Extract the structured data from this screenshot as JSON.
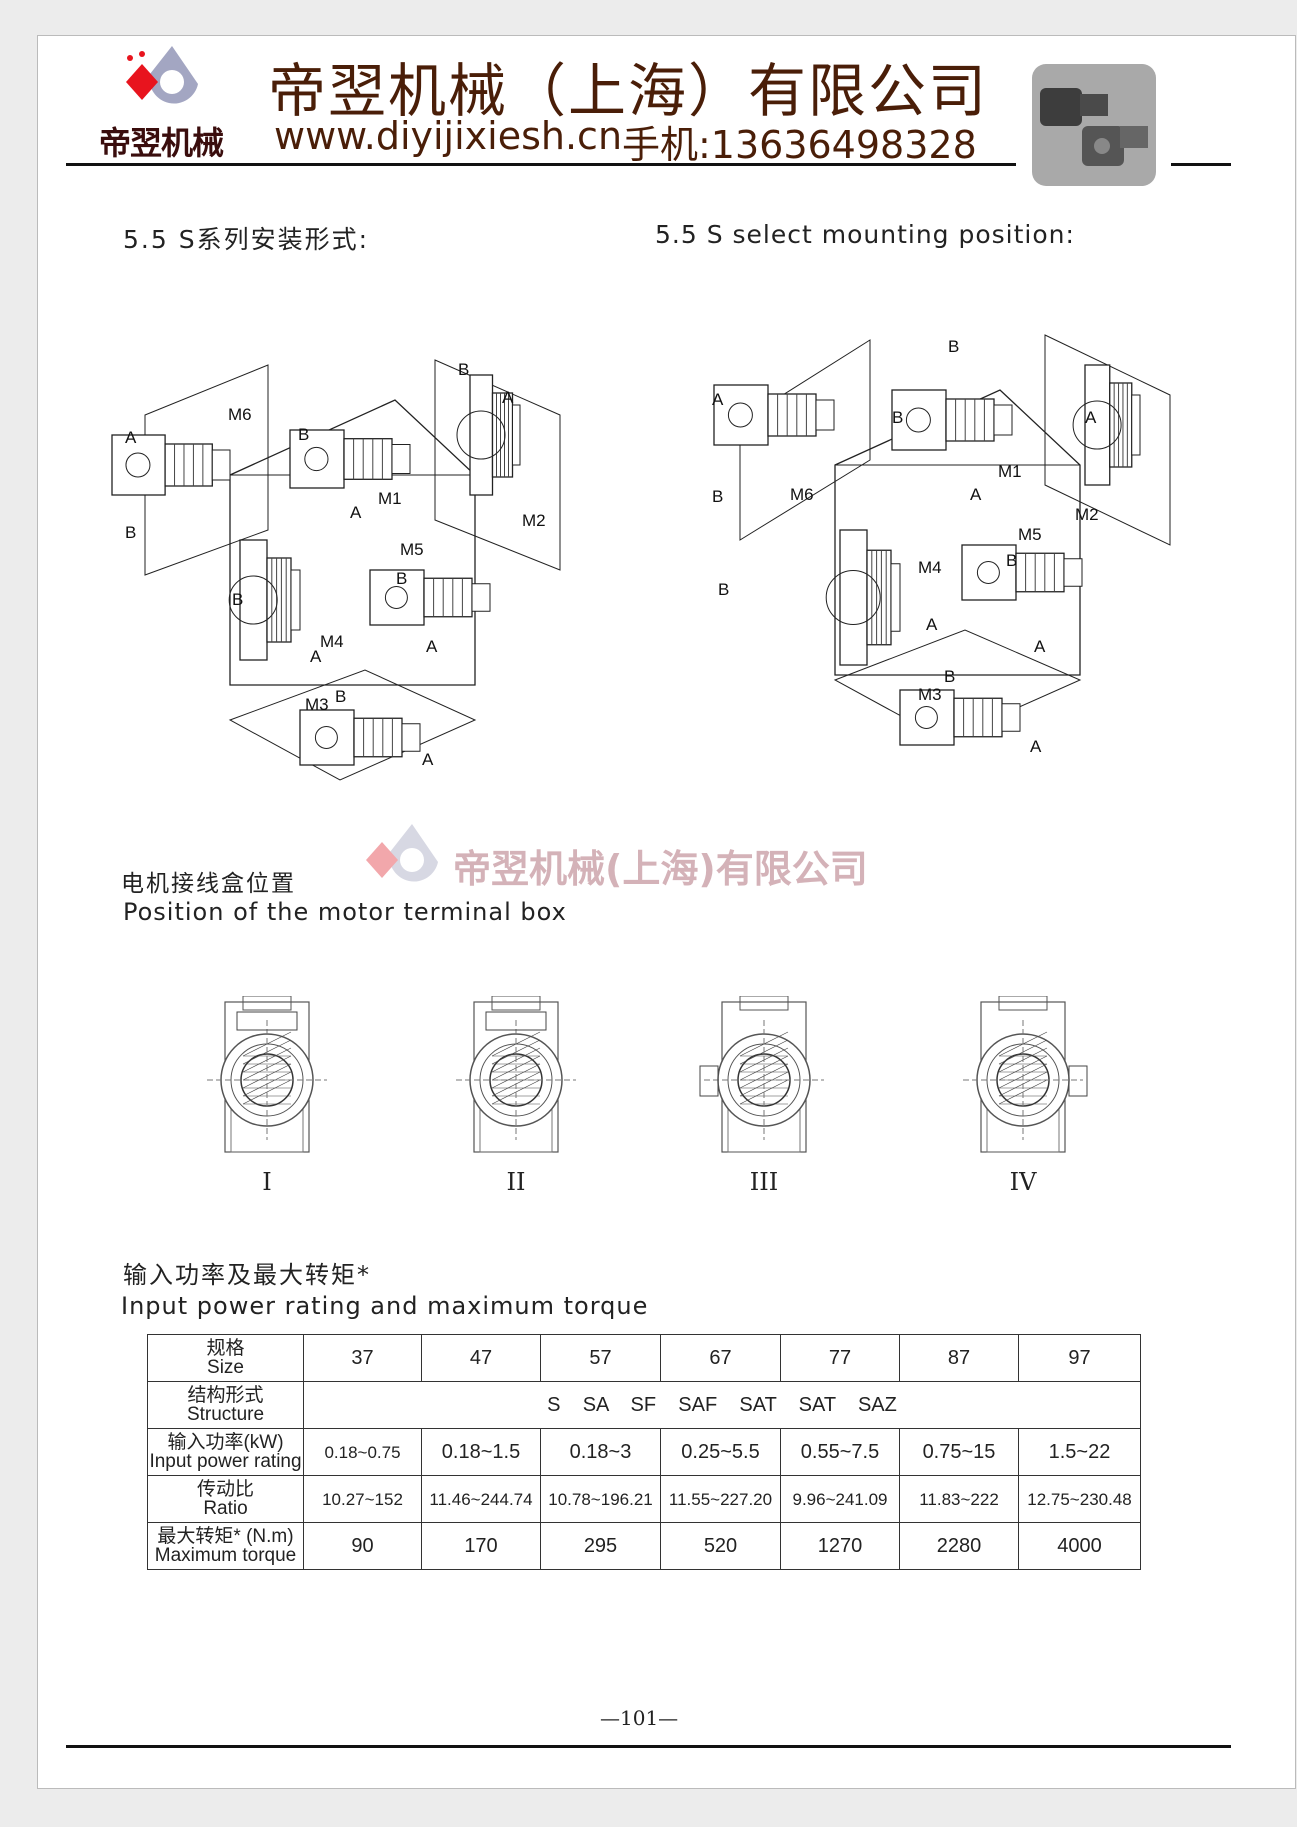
{
  "header": {
    "logo_text": "帝翌机械",
    "company_name": "帝翌机械（上海）有限公司",
    "website": "www.diyijixiesh.cn",
    "phone_label": "手机:13636498328",
    "colors": {
      "title": "#4a1e08",
      "logo_red": "#e8141e",
      "logo_grey": "#a3a6c2"
    }
  },
  "section_mounting": {
    "title_cn": "5.5 S系列安装形式:",
    "title_en": "5.5  S select mounting position:",
    "left_labels": [
      "M6",
      "A",
      "B",
      "M1",
      "B",
      "A",
      "B",
      "A",
      "M2",
      "M5",
      "B",
      "A",
      "B",
      "M4",
      "A",
      "M3",
      "B",
      "A"
    ],
    "right_labels": [
      "A",
      "B",
      "M6",
      "B",
      "M1",
      "A",
      "B",
      "A",
      "M2",
      "M4",
      "B",
      "A",
      "M5",
      "B",
      "A",
      "M3",
      "B",
      "A"
    ]
  },
  "watermark": {
    "text": "帝翌机械(上海)有限公司"
  },
  "section_terminal": {
    "title_cn": "电机接线盒位置",
    "title_en": "Position of the motor terminal box",
    "positions": [
      "I",
      "II",
      "III",
      "IV"
    ]
  },
  "section_power": {
    "title_cn": "输入功率及最大转矩*",
    "title_en": "Input power rating and maximum torque"
  },
  "table": {
    "rows": [
      {
        "label_cn": "规格",
        "label_en": "Size",
        "cells": [
          "37",
          "47",
          "57",
          "67",
          "77",
          "87",
          "97"
        ]
      },
      {
        "label_cn": "结构形式",
        "label_en": "Structure",
        "span": "S    SA    SF    SAF    SAT    SAT    SAZ"
      },
      {
        "label_cn": "输入功率(kW)",
        "label_en": "Input power rating",
        "cells": [
          "0.18~0.75",
          "0.18~1.5",
          "0.18~3",
          "0.25~5.5",
          "0.55~7.5",
          "0.75~15",
          "1.5~22"
        ]
      },
      {
        "label_cn": "传动比",
        "label_en": "Ratio",
        "cells": [
          "10.27~152",
          "11.46~244.74",
          "10.78~196.21",
          "11.55~227.20",
          "9.96~241.09",
          "11.83~222",
          "12.75~230.48"
        ]
      },
      {
        "label_cn": "最大转矩* (N.m)",
        "label_en": "Maximum torque",
        "cells": [
          "90",
          "170",
          "295",
          "520",
          "1270",
          "2280",
          "4000"
        ]
      }
    ]
  },
  "footer": {
    "page_number": "—101—"
  }
}
